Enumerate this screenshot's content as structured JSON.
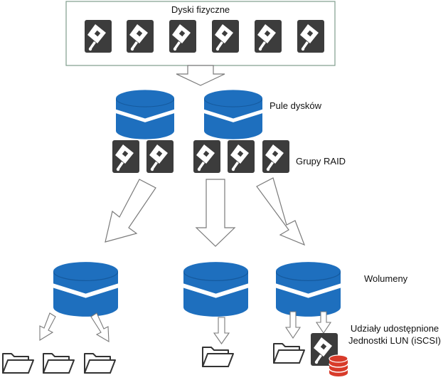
{
  "labels": {
    "physical_disks": "Dyski fizyczne",
    "disk_pools": "Pule dysków",
    "raid_groups": "Grupy RAID",
    "volumes": "Wolumeny",
    "shares": "Udziały udostępnione",
    "lun_units": "Jednostki LUN (iSCSI)"
  },
  "icons": {
    "disk": "hard-disk-icon",
    "cylinder": "storage-cylinder-icon",
    "folder": "folder-icon",
    "lun": "lun-database-icon",
    "arrow": "hollow-arrow-icon"
  },
  "colors": {
    "blue": "#1e6fbe",
    "blue_dark": "#155a9e",
    "disk": "#3c3c3c",
    "lun_red": "#d83b2a",
    "line": "#7a7a7a",
    "box_border": "#7f9c8c"
  }
}
